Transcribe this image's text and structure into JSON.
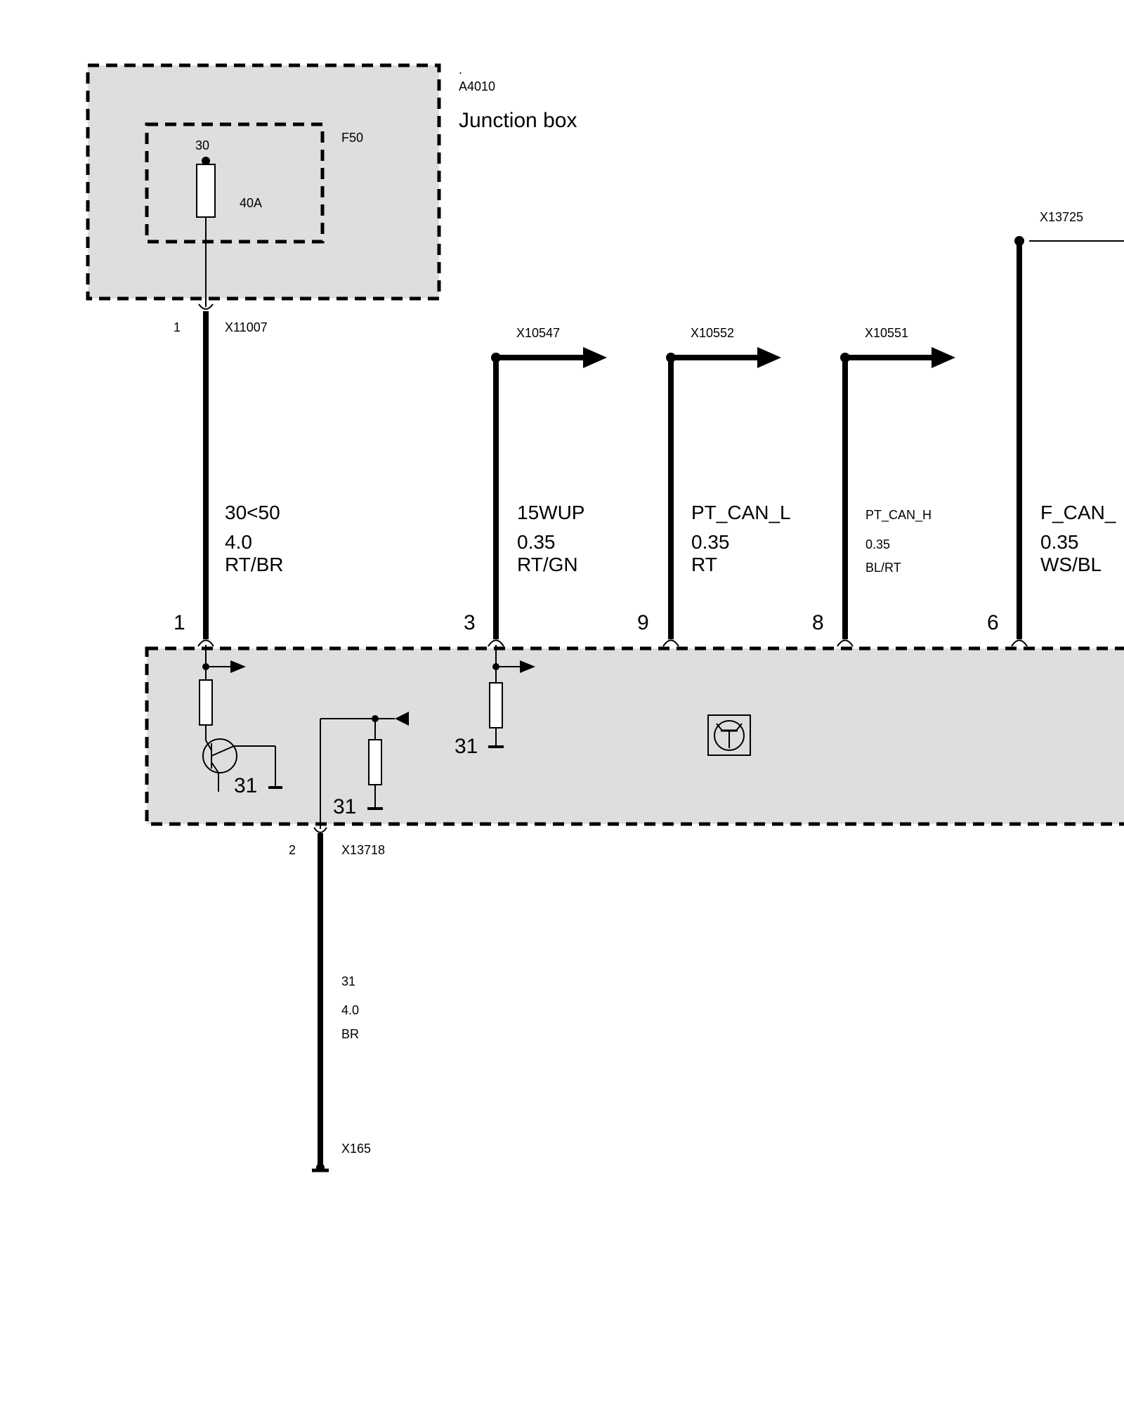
{
  "junction_box": {
    "dot": ".",
    "id": "A4010",
    "title": "Junction box",
    "fuse": {
      "id": "F50",
      "terminal": "30",
      "rating": "40A"
    }
  },
  "top_connectors": {
    "x11007": {
      "pin": "1",
      "id": "X11007"
    },
    "x10547": "X10547",
    "x10552": "X10552",
    "x10551": "X10551",
    "x13725": "X13725"
  },
  "wires": {
    "w1": {
      "signal": "30<50",
      "gauge": "4.0",
      "color": "RT/BR",
      "pin": "1"
    },
    "w2": {
      "signal": "15WUP",
      "gauge": "0.35",
      "color": "RT/GN",
      "pin": "3"
    },
    "w3": {
      "signal": "PT_CAN_L",
      "gauge": "0.35",
      "color": "RT",
      "pin": "9"
    },
    "w4": {
      "signal": "PT_CAN_H",
      "gauge": "0.35",
      "color": "BL/RT",
      "pin": "8"
    },
    "w5": {
      "signal": "F_CAN_",
      "gauge": "0.35",
      "color": "WS/BL",
      "pin": "6"
    }
  },
  "module": {
    "ground_a": "31",
    "ground_b": "31",
    "ground_c": "31"
  },
  "ground_wire": {
    "pin": "2",
    "connector": "X13718",
    "signal": "31",
    "gauge": "4.0",
    "color": "BR",
    "end_connector": "X165"
  }
}
